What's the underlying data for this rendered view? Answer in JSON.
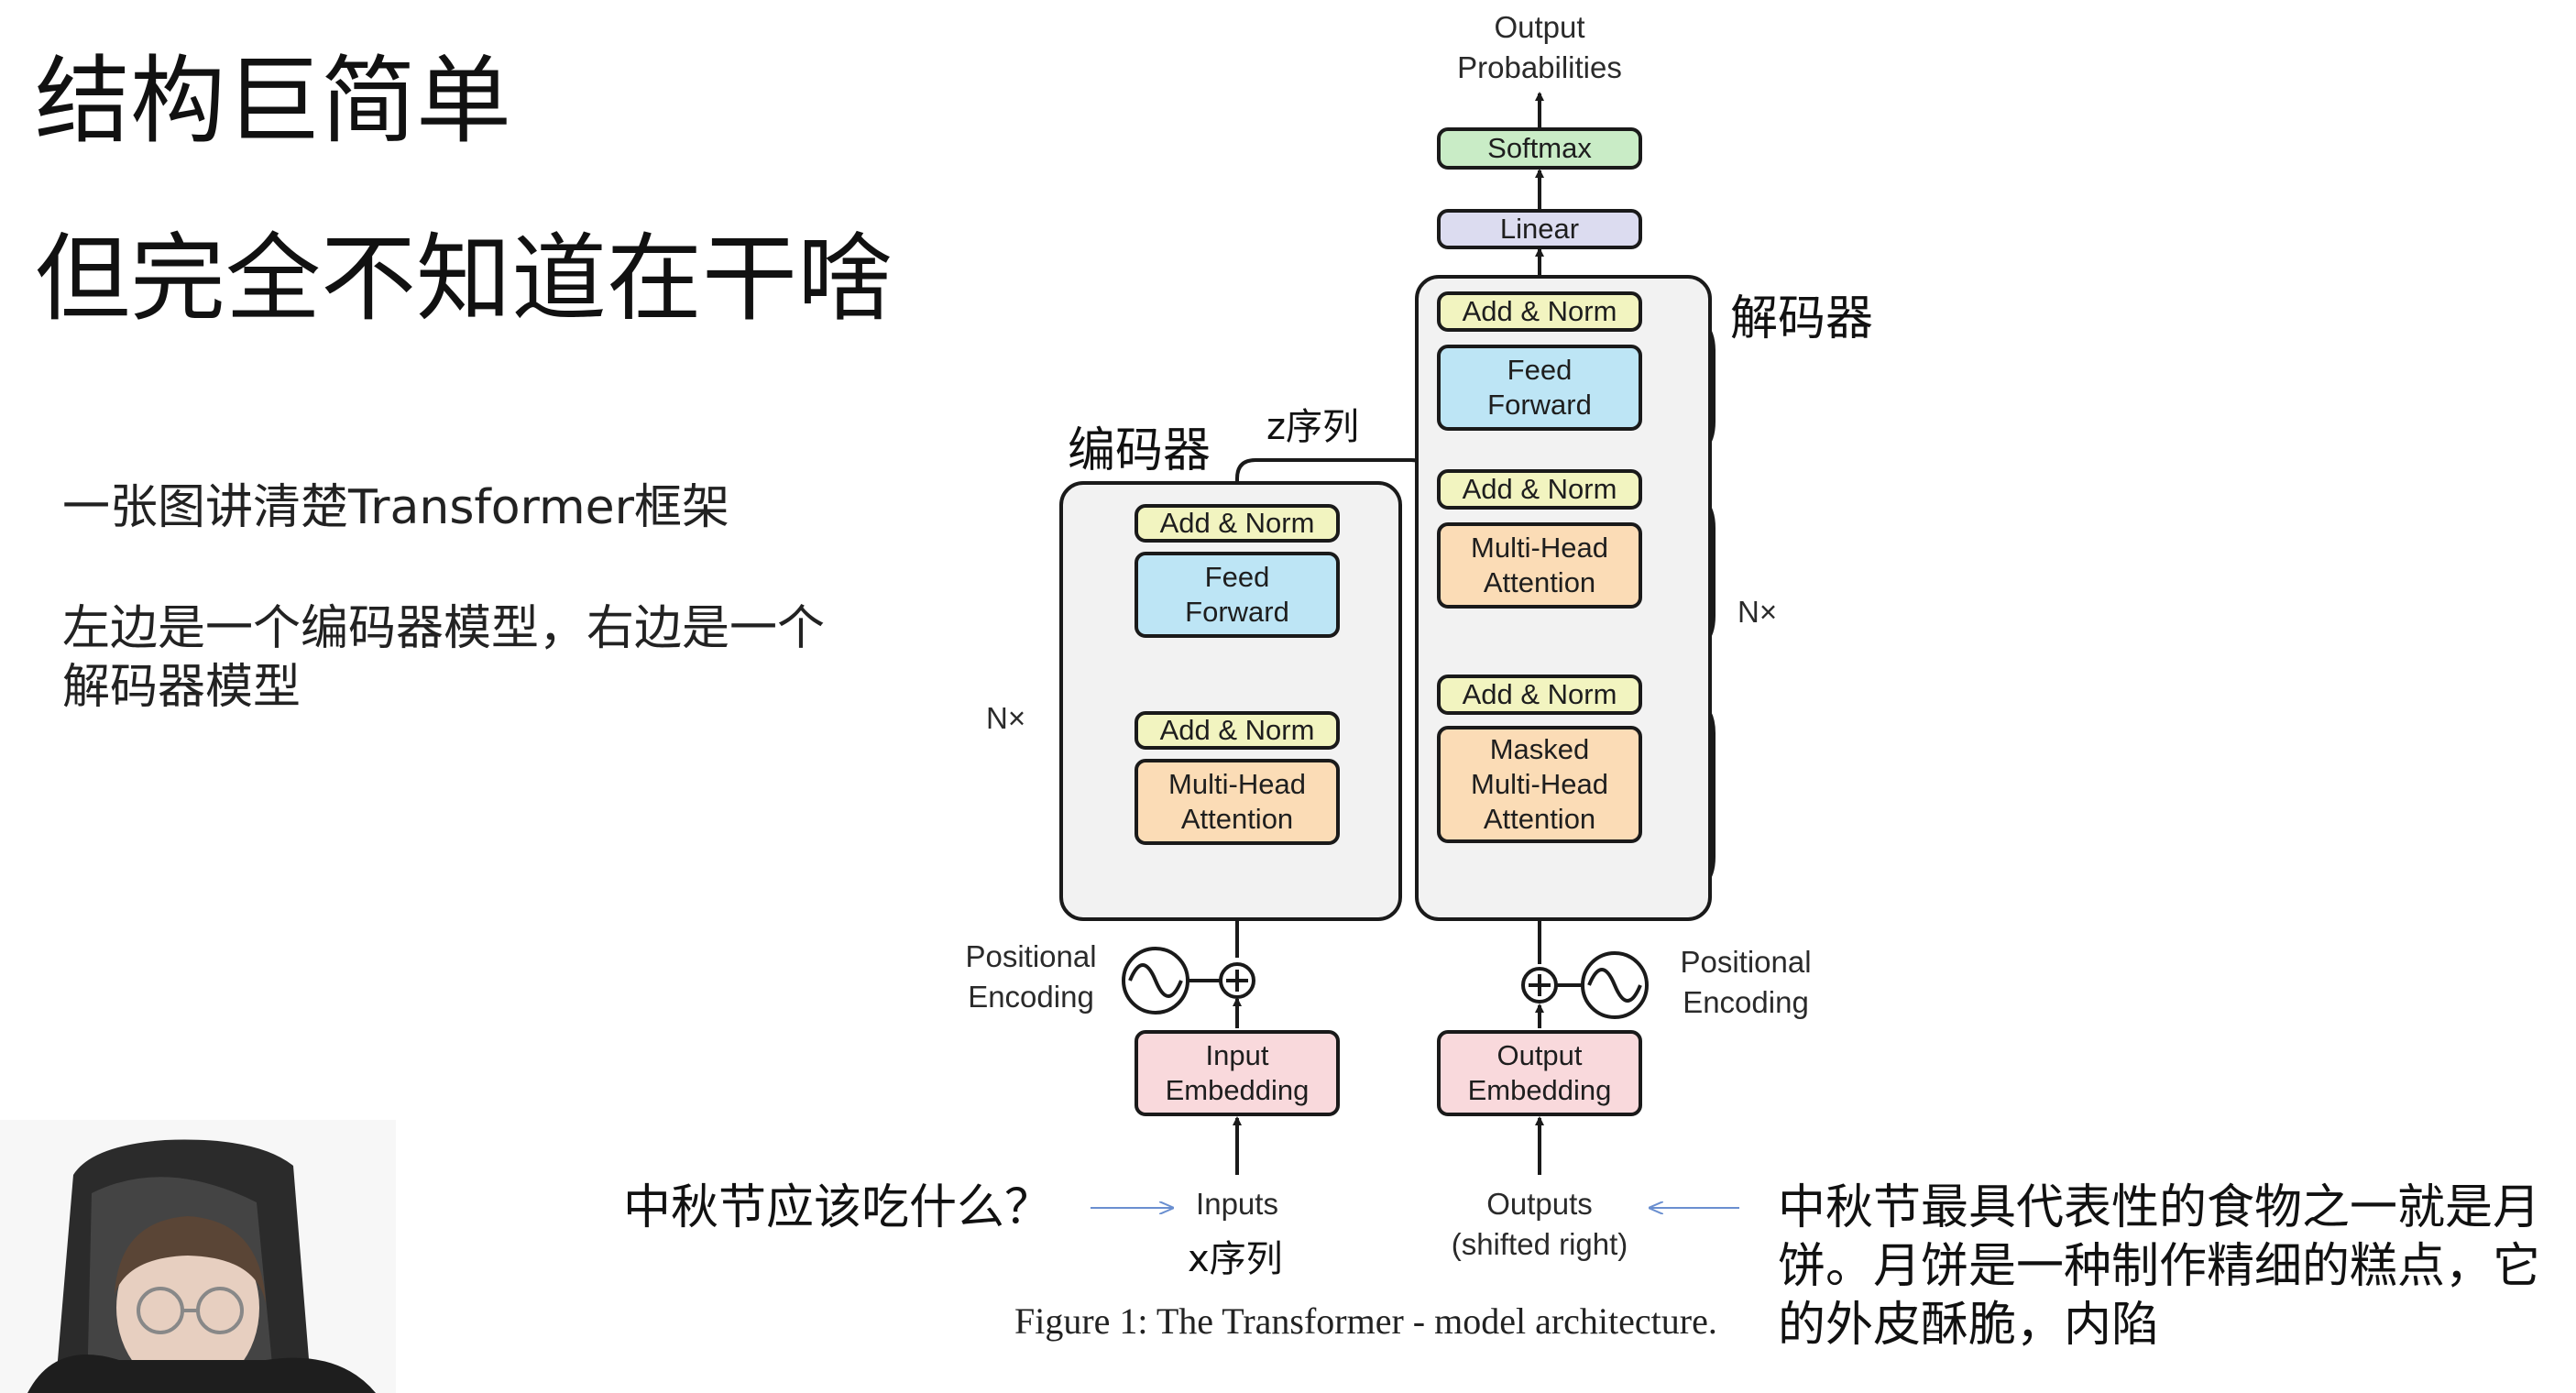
{
  "slide": {
    "title_line1": "结构巨简单",
    "title_line2": "但完全不知道在干啥",
    "text1": "一张图讲清楚Transformer框架",
    "text2": "左边是一个编码器模型，右边是一个解码器模型"
  },
  "diagram": {
    "output_probs": [
      "Output",
      "Probabilities"
    ],
    "softmax": "Softmax",
    "linear": "Linear",
    "decoder_label": "解码器",
    "encoder_label": "编码器",
    "z_label": "z序列",
    "enc": {
      "add_norm_top": "Add & Norm",
      "feed_forward": [
        "Feed",
        "Forward"
      ],
      "add_norm_bottom": "Add & Norm",
      "mha": [
        "Multi-Head",
        "Attention"
      ],
      "nx": "N×"
    },
    "dec": {
      "add_norm_1": "Add & Norm",
      "feed_forward": [
        "Feed",
        "Forward"
      ],
      "add_norm_2": "Add & Norm",
      "mha": [
        "Multi-Head",
        "Attention"
      ],
      "add_norm_3": "Add & Norm",
      "masked_mha": [
        "Masked",
        "Multi-Head",
        "Attention"
      ],
      "nx": "N×"
    },
    "pos_enc_left": [
      "Positional",
      "Encoding"
    ],
    "pos_enc_right": [
      "Positional",
      "Encoding"
    ],
    "input_embedding": [
      "Input",
      "Embedding"
    ],
    "output_embedding": [
      "Output",
      "Embedding"
    ],
    "inputs": "Inputs",
    "x_label": "x序列",
    "outputs": [
      "Outputs",
      "(shifted right)"
    ],
    "caption": "Figure 1: The Transformer - model architecture."
  },
  "annotations": {
    "question": "中秋节应该吃什么？",
    "answer": "中秋节最具代表性的食物之一就是月饼。月饼是一种制作精细的糕点，它的外皮酥脆，内陷"
  },
  "colors": {
    "add_norm": "#f2f4c0",
    "feed_forward": "#bde5f5",
    "attention": "#fbdcb6",
    "embedding": "#f9d9dc",
    "softmax": "#c9ecc6",
    "linear": "#dcdcf0",
    "annotation_arrow": "#6a8fd0"
  },
  "webcam": {
    "icon": "person-webcam-icon"
  }
}
